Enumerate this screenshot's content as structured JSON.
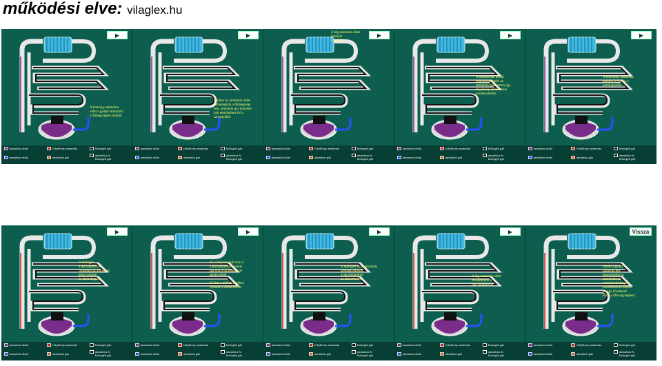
{
  "header": {
    "title": "működési elve:",
    "subtitle": "vilaglex.hu"
  },
  "colors": {
    "panel_bg": "#0d5e4e",
    "weak_ammonia": "#7a2c8a",
    "liquid_ammonia": "#cc2020",
    "hydrogen": "#111111",
    "rich_ammonia": "#2a50ff",
    "ammonia_gas": "#e8641f",
    "ammonia_hydrogen_gas": "#e8e8e8",
    "condenser": "#3fb8e0",
    "text": "#ffff66"
  },
  "legend": {
    "weak": "ammónia oldat",
    "liquid": "folyékony ammónia",
    "hydrogen": "hidrogén gáz",
    "rich": "ammónia oldat",
    "ammonia_gas": "ammónia gáz",
    "mixed": "ammónia és\nhidrogén gáz"
  },
  "panels": [
    {
      "button": "",
      "note": "A töményy ammónia\noldat a gyűjtő tartályból\na fűtőegységbe áramlik"
    },
    {
      "button": "",
      "note": "Amikor az ammónia oldat\nfelmelegszik a fűtőegység-\nben, ammónia gáz buborék-\nkok emelkednek fel a\nszivattyúból"
    },
    {
      "button": "",
      "note": "A híg ammónia oldat\nbefolyik\na gyűjtő"
    },
    {
      "button": "",
      "note": "A hűtőbordák körüli\nlégáramlás lehűti az\nammónia gázt, amely így\nfolyékony ammóniává\nkondenzálódik."
    },
    {
      "button": "",
      "note": "A folyékony ammónia\náramlik a csövön a\npárologtatóba."
    },
    {
      "button": "",
      "note": "A hidrogén\na párologtatóban\ncsökkenti az ammónia\ngőznyomását\nés elpárologtatja."
    },
    {
      "button": "",
      "note": "Ez a folyamat hőt von el\na párologtatóból, amely\nhőt von el az élelmiszer\ntároló térből.\n\nEzáltal a hűtő belsejében\ncsökken a hőmérséklet."
    },
    {
      "button": "",
      "note": "A hidrogén és az ammónia\nkeverék lefolyik\na párologtatóból\naz abszorberbe."
    },
    {
      "button": "",
      "note": "A híg ammónia oldat\ntovábbfolyik a\nfűtő rendszerbe"
    },
    {
      "button": "Vissza",
      "note": "Amint a gyűjtő\ntartályba lép,\nabszorbeálja az\nammóniát az\nammónia/hidrogén\nkeverékből és készen\náll egy következő\nkörre a fűtő egységben!"
    }
  ]
}
